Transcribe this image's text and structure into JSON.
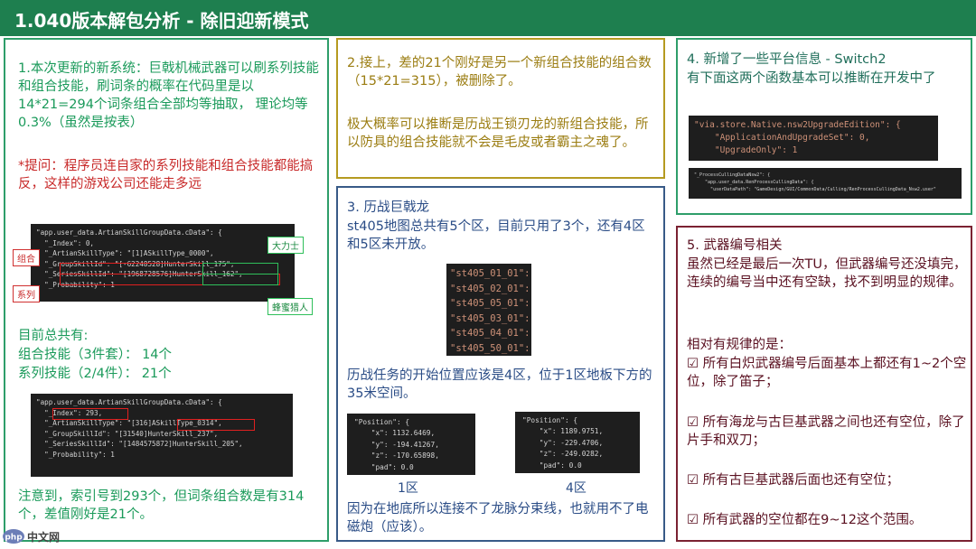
{
  "header": {
    "title": "1.040版本解包分析 - 除旧迎新模式"
  },
  "panel1": {
    "intro": "1.本次更新的新系统：巨戟机械武器可以刷系列技能和组合技能，刷词条的概率在代码里是以14*21=294个词条组合全部均等抽取， 理论均等0.3%（虽然是按表）",
    "note": "*提问：程序员连自家的系列技能和组合技能都能搞反，这样的游戏公司还能走多远",
    "code1": {
      "lines": [
        "\"app.user_data.ArtianSkillGroupData.cData\": {",
        "  \"_Index\": 0,",
        "  \"_ArtianSkillType\": \"[1]ASkillType_0000\",",
        "  \"_GroupSkillId\": \"[-62248528]HunterSkill_175\",",
        "  \"_SeriesSkillId\": \"[1968728576]HunterSkill_162\",",
        "  \"_Probability\": 1"
      ],
      "labels": {
        "combo": "组合",
        "series": "系列",
        "dalishi": "大力士",
        "fengmi": "蜂蜜猎人"
      }
    },
    "summary_title": "目前总共有:",
    "summary_combo": "组合技能（3件套）： 14个",
    "summary_series": "系列技能（2/4件）： 21个",
    "code2": {
      "lines": [
        "\"app.user_data.ArtianSkillGroupData.cData\": {",
        "  \"_Index\": 293,",
        "  \"_ArtianSkillType\": \"[316]ASkillType_0314\",",
        "  \"_GroupSkillId\": \"[31540]HunterSkill_237\",",
        "  \"_SeriesSkillId\": \"[1484575872]HunterSkill_205\",",
        "  \"_Probability\": 1"
      ]
    },
    "footer": "注意到，索引号到293个，但词条组合数是有314个，差值刚好是21个。"
  },
  "panel2": {
    "p1": "2.接上，差的21个刚好是另一个新组合技能的组合数（15*21=315），被删除了。",
    "p2": "极大概率可以推断是历战王锁刃龙的新组合技能，所以防具的组合技能就不会是毛皮或者霸主之魂了。"
  },
  "panel3": {
    "heading": "3. 历战巨戟龙",
    "p1": "st405地图总共有5个区，目前只用了3个，还有4区和5区未开放。",
    "map_lines": [
      "\"st405_01_01\":",
      "\"st405_02_01\":",
      "\"st405_05_01\":",
      "\"st405_03_01\":",
      "\"st405_04_01\":",
      "\"st405_50_01\":"
    ],
    "p2": "历战任务的开始位置应该是4区，位于1区地板下方的35米空间。",
    "pos1": [
      "\"Position\": {",
      "    \"x\": 1132.6469,",
      "    \"y\": -194.41267,",
      "    \"z\": -170.65898,",
      "    \"pad\": 0.0"
    ],
    "pos2": [
      "\"Position\": {",
      "    \"x\": 1189.9751,",
      "    \"y\": -229.4706,",
      "    \"z\": -249.0282,",
      "    \"pad\": 0.0"
    ],
    "cap1": "1区",
    "cap2": "4区",
    "footer": "因为在地底所以连接不了龙脉分束线，也就用不了电磁炮（应该）。"
  },
  "panel4": {
    "p1": "4. 新增了一些平台信息 - Switch2",
    "p2": "有下面这两个函数基本可以推断在开发中了",
    "code": [
      "\"via.store.Native.nsw2UpgradeEdition\": {",
      "    \"ApplicationAndUpgradeSet\": 0,",
      "    \"UpgradeOnly\": 1"
    ],
    "code_small": [
      "\"_ProcessCullingDataNsw2\": {",
      "    \"app.user_data.RenProcessCullingData\": {",
      "      \"userDataPath\": \"GameDesign/GUI/CommonData/Culling/RenProcessCullingData_Nsw2.user\""
    ]
  },
  "panel5": {
    "heading": "5. 武器编号相关",
    "p1": "虽然已经是最后一次TU，但武器编号还没填完，连续的编号当中还有空缺，找不到明显的规律。",
    "p2": "相对有规律的是：",
    "items": [
      "☑ 所有白炽武器编号后面基本上都还有1~2个空位，除了笛子；",
      "☑ 所有海龙与古巨基武器之间也还有空位，除了片手和双刀；",
      "☑ 所有古巨基武器后面也还有空位；",
      "☑ 所有武器的空位都在9~12这个范围。"
    ]
  },
  "watermark": {
    "text": "中文网",
    "badge": "php"
  }
}
